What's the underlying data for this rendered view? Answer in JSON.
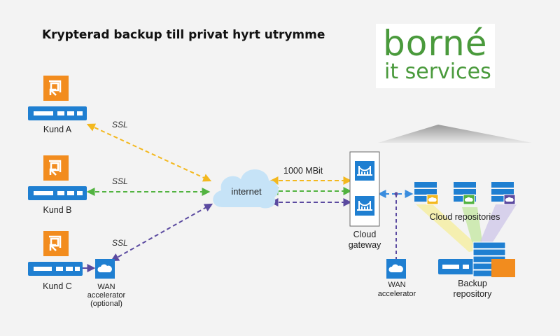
{
  "title": "Krypterad backup till privat hyrt utrymme",
  "logo": {
    "line1": "borné",
    "line2": "it services"
  },
  "customers": [
    {
      "label": "Kund A"
    },
    {
      "label": "Kund B"
    },
    {
      "label": "Kund C"
    }
  ],
  "links": {
    "ssl_a": "SSL",
    "ssl_b": "SSL",
    "ssl_c": "SSL",
    "bandwidth": "1000 MBit"
  },
  "cloud_label": "internet",
  "wan_accelerator_customer": {
    "line1": "WAN",
    "line2": "accelerator",
    "line3": "(optional)"
  },
  "cloud_gateway": {
    "line1": "Cloud",
    "line2": "gateway"
  },
  "wan_accelerator_provider": {
    "line1": "WAN",
    "line2": "accelerator"
  },
  "cloud_repositories_label": "Cloud repositories",
  "backup_repository": {
    "line1": "Backup",
    "line2": "repository"
  },
  "colors": {
    "yellow": "#f3b81e",
    "green": "#52b340",
    "purple": "#5b4aa0",
    "blue": "#3a8dde",
    "orange": "#f28c1e",
    "server_blue": "#1f7fd1",
    "logo_green": "#4a9a3c"
  }
}
